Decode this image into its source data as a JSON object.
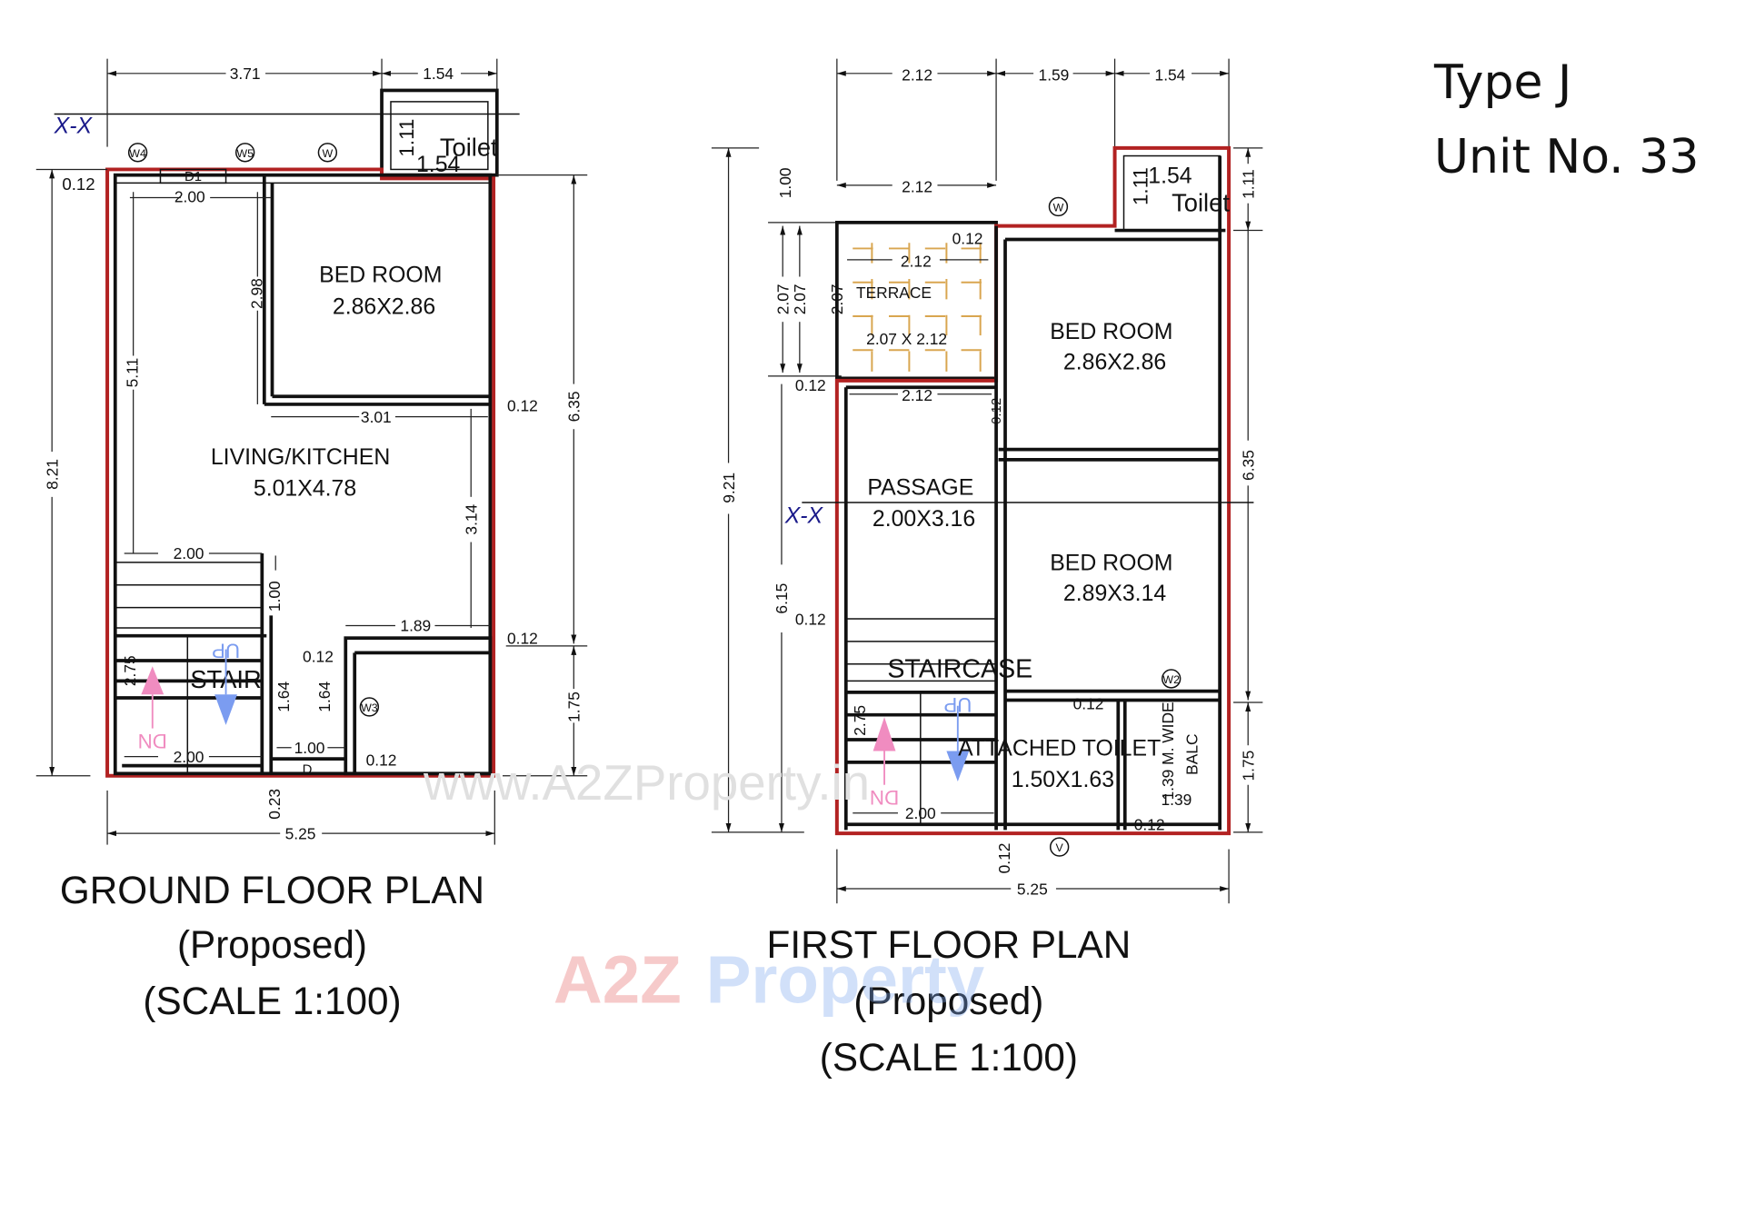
{
  "title": {
    "type": "Type J",
    "unit": "Unit No. 33"
  },
  "watermarks": {
    "url": "www.A2ZProperty.in",
    "logo_a2z": "A2Z",
    "logo_property": "Property"
  },
  "section_marker": "X-X",
  "ground_floor": {
    "caption_line1": "GROUND FLOOR PLAN",
    "caption_line2": "(Proposed)",
    "caption_line3": "(SCALE 1:100)",
    "rooms": {
      "bedroom": {
        "name": "BED ROOM",
        "size": "2.86X2.86"
      },
      "living": {
        "name": "LIVING/KITCHEN",
        "size": "5.01X4.78"
      },
      "stair": {
        "name": "STAIR"
      },
      "toilet": {
        "name": "Toilet"
      }
    },
    "tags": {
      "w4": "W4",
      "w5": "W5",
      "w": "W",
      "d1": "D1",
      "w3": "W3",
      "d": "D"
    },
    "stair_labels": {
      "up": "UP",
      "dn": "DN"
    },
    "dims": {
      "top_3_71": "3.71",
      "top_1_54": "1.54",
      "toilet_1_11": "1.11",
      "toilet_1_54": "1.54",
      "left_0_12": "0.12",
      "inner_2_00_top": "2.00",
      "inner_2_98": "2.98",
      "inner_5_11": "5.11",
      "overall_8_21": "8.21",
      "bed_3_01": "3.01",
      "right_0_12_a": "0.12",
      "right_6_35": "6.35",
      "right_3_14": "3.14",
      "stair_2_00_top": "2.00",
      "stair_1_00": "1.00",
      "right_1_89": "1.89",
      "right_0_12_b": "0.12",
      "mid_0_12": "0.12",
      "stair_2_75": "2.75",
      "stair_1_64_a": "1.64",
      "stair_1_64_b": "1.64",
      "right_1_75": "1.75",
      "door_1_00": "1.00",
      "door_0_12": "0.12",
      "stair_2_00_bottom": "2.00",
      "bottom_0_23": "0.23",
      "overall_5_25": "5.25"
    }
  },
  "first_floor": {
    "caption_line1": "FIRST FLOOR PLAN",
    "caption_line2": "(Proposed)",
    "caption_line3": "(SCALE 1:100)",
    "rooms": {
      "terrace": {
        "name": "TERRACE",
        "size": "2.07 X 2.12"
      },
      "bedroom1": {
        "name": "BED ROOM",
        "size": "2.86X2.86"
      },
      "passage": {
        "name": "PASSAGE",
        "size": "2.00X3.16"
      },
      "bedroom2": {
        "name": "BED ROOM",
        "size": "2.89X3.14"
      },
      "staircase": {
        "name": "STAIRCASE"
      },
      "attached_toilet": {
        "name": "ATTACHED TOILET",
        "size": "1.50X1.63"
      },
      "toilet": {
        "name": "Toilet"
      },
      "balcony": {
        "name": "1.39 M. WIDE",
        "label": "BALC"
      }
    },
    "tags": {
      "w": "W",
      "w2": "W2",
      "v": "V"
    },
    "stair_labels": {
      "up": "UP",
      "dn": "DN"
    },
    "dims": {
      "top_2_12": "2.12",
      "top_1_59": "1.59",
      "top_1_54": "1.54",
      "left_1_00": "1.00",
      "mid_2_12": "2.12",
      "toilet_1_54": "1.54",
      "toilet_1_11": "1.11",
      "right_1_11": "1.11",
      "terrace_0_12": "0.12",
      "terrace_2_12": "2.12",
      "terrace_2_07_a": "2.07",
      "terrace_2_07_b": "2.07",
      "terrace_2_07_c": "2.07",
      "passage_0_12": "0.12",
      "passage_2_12": "2.12",
      "passage_0_12_v": "0.12",
      "overall_9_21": "9.21",
      "right_6_35": "6.35",
      "left_6_15": "6.15",
      "stair_0_12": "0.12",
      "stair_2_75": "2.75",
      "toilet_0_12": "0.12",
      "balc_1_39": "1.39",
      "balc_0_12": "0.12",
      "right_1_75": "1.75",
      "stair_2_00": "2.00",
      "bottom_0_12": "0.12",
      "overall_5_25": "5.25"
    }
  },
  "colors": {
    "boundary": "#b22222",
    "terrace_tile": "#d9a650",
    "up_arrow": "#7b9cf0",
    "dn_arrow": "#f08cc0",
    "section_marker": "#1a1a8a"
  }
}
